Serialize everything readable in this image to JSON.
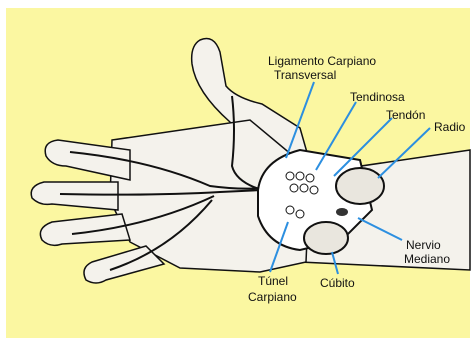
{
  "diagram": {
    "colors": {
      "background": "#fbf7a1",
      "pointer_line": "#2c8fe0",
      "outline": "#111111",
      "skin": "#f4f2ec"
    },
    "labels": {
      "ligamento_1": "Ligamento Carpiano",
      "ligamento_2": "Transversal",
      "tendinosa": "Tendinosa",
      "tendon": "Tendón",
      "radio": "Radio",
      "nervio": "Nervio",
      "mediano": "Mediano",
      "tunel": "Túnel",
      "carpiano": "Carpiano",
      "cubito": "Cúbito"
    }
  }
}
